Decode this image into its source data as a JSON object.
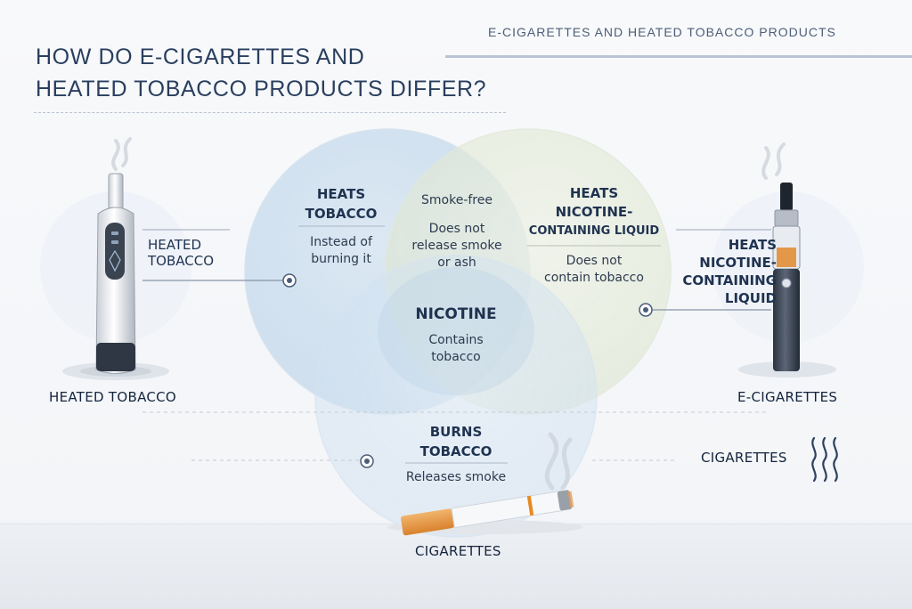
{
  "header": {
    "eyebrow": "E-CIGARETTES AND HEATED TOBACCO PRODUCTS",
    "title_line1": "HOW DO E-CIGARETTES AND",
    "title_line2": "HEATED TOBACCO PRODUCTS DIFFER?"
  },
  "venn": {
    "left": {
      "title_line1": "HEATS",
      "title_line2": "TOBACCO",
      "desc_line1": "Instead of",
      "desc_line2": "burning it"
    },
    "top_overlap": {
      "title": "Smoke-free",
      "desc_line1": "Does not",
      "desc_line2": "release smoke",
      "desc_line3": "or ash"
    },
    "right": {
      "title_line1": "HEATS",
      "title_line2": "NICOTINE-",
      "title_line3": "CONTAINING LIQUID",
      "desc_line1": "Does not",
      "desc_line2": "contain tobacco"
    },
    "center": {
      "title": "NICOTINE",
      "desc_line1": "Contains",
      "desc_line2": "tobacco"
    },
    "bottom": {
      "title_line1": "BURNS",
      "title_line2": "TOBACCO",
      "desc": "Releases smoke"
    }
  },
  "callouts": {
    "heated_tobacco_line1": "HEATED",
    "heated_tobacco_line2": "TOBACCO",
    "ecig_line1": "HEATS",
    "ecig_line2": "NICOTINE-",
    "ecig_line3": "CONTAINING",
    "ecig_line4": "LIQUID",
    "cigarettes": "CIGARETTES"
  },
  "captions": {
    "heated_tobacco": "HEATED TOBACCO",
    "ecig": "E-CIGARETTES",
    "cigarettes": "CIGARETTES"
  },
  "colors": {
    "navy": "#1f3350",
    "circle_blue": "#c9dcec",
    "circle_green": "#e3ead7",
    "accent_orange": "#e8891f"
  }
}
